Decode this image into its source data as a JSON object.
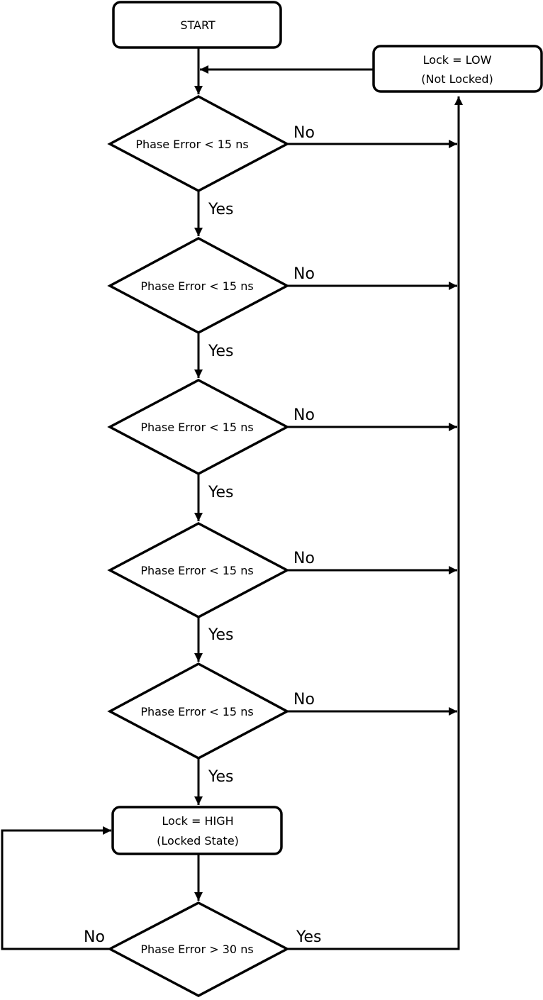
{
  "nodes": {
    "start": {
      "label": "START"
    },
    "lock_low": {
      "line1": "Lock = LOW",
      "line2": "(Not Locked)"
    },
    "check1": {
      "label": "Phase Error < 15 ns"
    },
    "check2": {
      "label": "Phase Error < 15 ns"
    },
    "check3": {
      "label": "Phase Error < 15 ns"
    },
    "check4": {
      "label": "Phase Error < 15 ns"
    },
    "check5": {
      "label": "Phase Error < 15 ns"
    },
    "lock_high": {
      "line1": "Lock = HIGH",
      "line2": "(Locked State)"
    },
    "check_unlock": {
      "label": "Phase Error > 30 ns"
    }
  },
  "edges": {
    "check1_yes": "Yes",
    "check1_no": "No",
    "check2_yes": "Yes",
    "check2_no": "No",
    "check3_yes": "Yes",
    "check3_no": "No",
    "check4_yes": "Yes",
    "check4_no": "No",
    "check5_yes": "Yes",
    "check5_no": "No",
    "unlock_yes": "Yes",
    "unlock_no": "No"
  }
}
